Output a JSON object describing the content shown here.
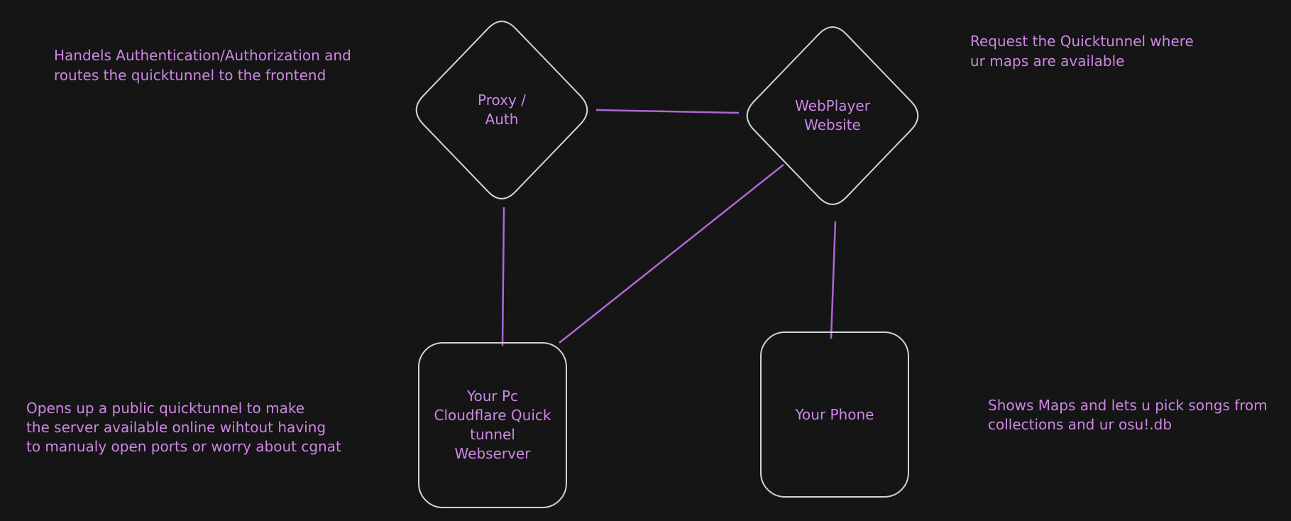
{
  "canvas": {
    "background_color": "#151515"
  },
  "colors": {
    "shape_stroke": "#ced4da",
    "connector": "#b066d6",
    "text": "#ce87e6"
  },
  "nodes": {
    "proxy_auth": {
      "shape": "diamond",
      "label": "Proxy /\nAuth"
    },
    "webplayer": {
      "shape": "diamond",
      "label": "WebPlayer\nWebsite"
    },
    "your_pc": {
      "shape": "rounded-rect",
      "label": "Your Pc\nCloudflare Quick\ntunnel\nWebserver"
    },
    "your_phone": {
      "shape": "rounded-rect",
      "label": "Your Phone"
    }
  },
  "connectors": [
    {
      "from": "proxy_auth",
      "to": "webplayer"
    },
    {
      "from": "proxy_auth",
      "to": "your_pc"
    },
    {
      "from": "webplayer",
      "to": "your_pc"
    },
    {
      "from": "webplayer",
      "to": "your_phone"
    }
  ],
  "annotations": {
    "top_left": {
      "text": "Handels Authentication/Authorization and\nroutes the quicktunnel to the frontend"
    },
    "top_right": {
      "text": "Request the Quicktunnel where\nur maps are available"
    },
    "bottom_left": {
      "text": "Opens up a public quicktunnel to make\nthe server available online wihtout having\nto manualy open ports or worry about cgnat"
    },
    "bottom_right": {
      "text": "Shows Maps and lets u pick songs from\ncollections and ur osu!.db"
    }
  }
}
